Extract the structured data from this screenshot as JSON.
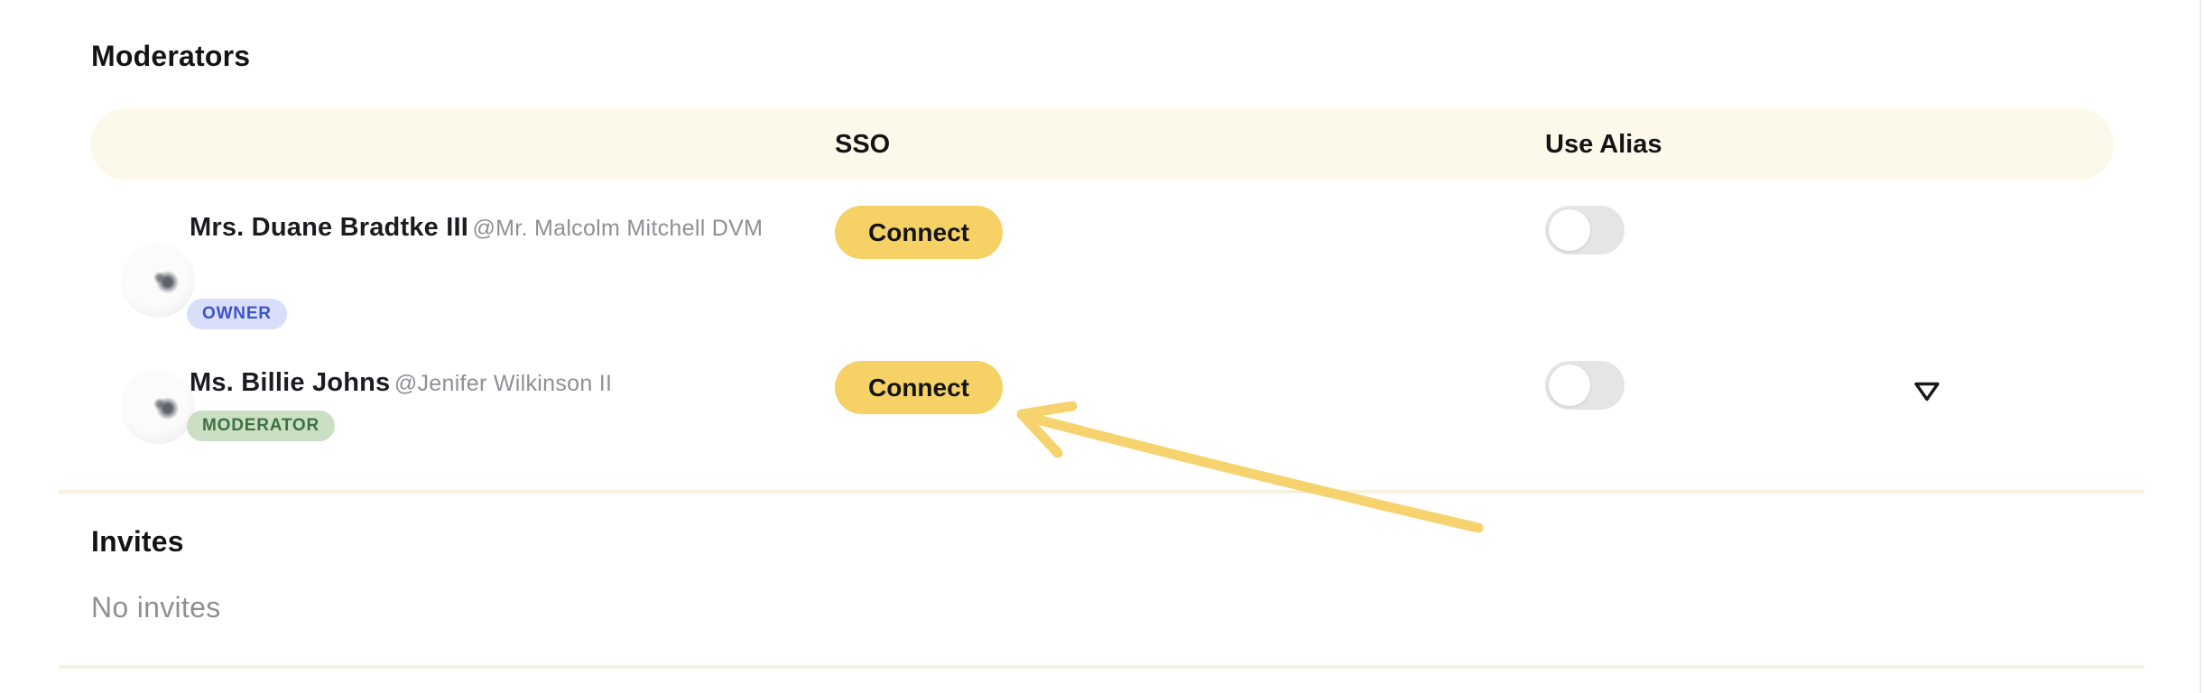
{
  "titles": {
    "moderators": "Moderators",
    "invites": "Invites"
  },
  "columns": {
    "sso": "SSO",
    "use_alias": "Use Alias"
  },
  "rows": [
    {
      "name": "Mrs. Duane Bradtke III",
      "handle": "@Mr. Malcolm Mitchell DVM",
      "badge": "OWNER",
      "sso_action": "Connect",
      "use_alias_enabled": false,
      "has_menu": false
    },
    {
      "name": "Ms. Billie Johns",
      "handle": "@Jenifer Wilkinson II",
      "badge": "MODERATOR",
      "sso_action": "Connect",
      "use_alias_enabled": false,
      "has_menu": true
    }
  ],
  "empty_state": {
    "no_invites": "No invites"
  },
  "icons": {
    "row_menu": "triangle-down-icon",
    "annotation": "hand-drawn-arrow pointing to second Connect button"
  },
  "colors": {
    "header_band_bg": "#FCF8EA",
    "connect_button_bg": "#F5D166",
    "owner_badge_bg": "#D9DFFA",
    "owner_badge_text": "#3D53C9",
    "moderator_badge_bg": "#CBDFC5",
    "moderator_badge_text": "#3E7142",
    "toggle_track_off": "#E5E5E6",
    "divider": "#F8F1DF",
    "arrow_annotation": "#F6D36E"
  }
}
